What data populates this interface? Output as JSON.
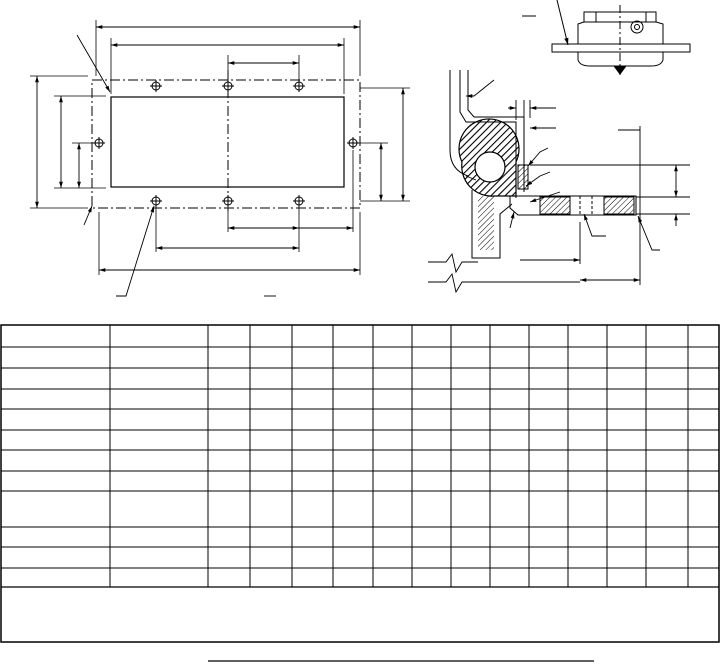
{
  "drawing": {
    "plan_view": {
      "mounting_holes": 8
    },
    "section_view": {},
    "inset_view": {}
  },
  "table": {
    "columns": 16,
    "rows": 12,
    "headers": [],
    "cells": [],
    "notes": ""
  }
}
